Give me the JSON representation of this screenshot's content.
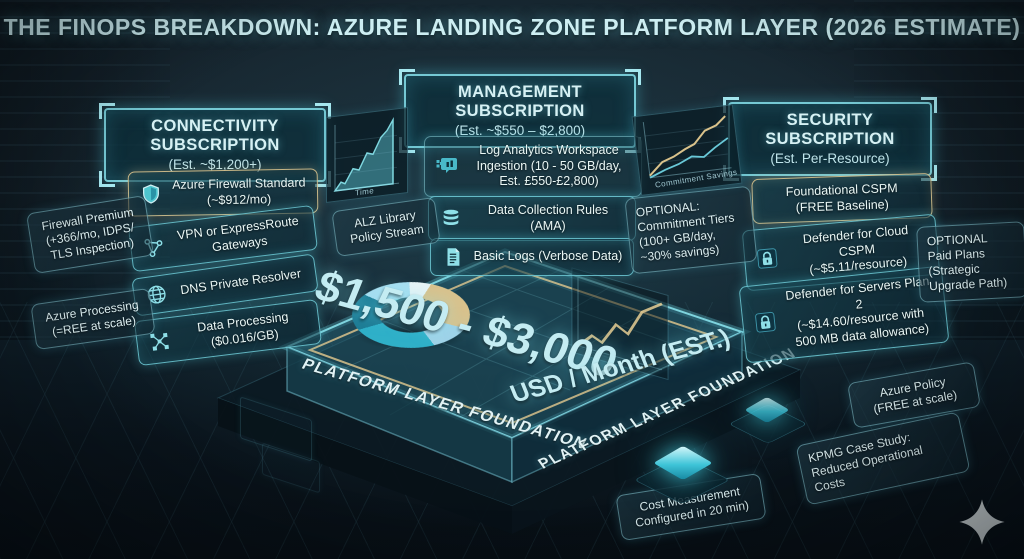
{
  "title": "THE FINOPS BREAKDOWN: AZURE LANDING ZONE PLATFORM LAYER (2026 ESTIMATE)",
  "panels": {
    "connectivity": {
      "title": "CONNECTIVITY SUBSCRIPTION",
      "subtitle": "(Est. ~$1,200+)",
      "items": [
        {
          "icon": "shield-icon",
          "label": "Azure Firewall Standard\n(~$912/mo)"
        },
        {
          "icon": "network-icon",
          "label": "VPN or ExpressRoute\nGateways"
        },
        {
          "icon": "globe-icon",
          "label": "DNS Private Resolver"
        },
        {
          "icon": "nodes-icon",
          "label": "Data Processing\n($0.016/GB)"
        }
      ]
    },
    "management": {
      "title": "MANAGEMENT SUBSCRIPTION",
      "subtitle": "(Est. ~$550 – $2,800)",
      "items": [
        {
          "icon": "log-analytics-icon",
          "label": "Log Analytics Workspace\nIngestion (10 - 50 GB/day,\nEst. £550-£2,800)"
        },
        {
          "icon": "database-icon",
          "label": "Data Collection Rules (AMA)"
        },
        {
          "icon": "log-file-icon",
          "label": "Basic Logs (Verbose Data)"
        }
      ]
    },
    "security": {
      "title": "SECURITY SUBSCRIPTION",
      "subtitle": "(Est. Per-Resource)",
      "items": [
        {
          "icon": "none",
          "label": "Foundational CSPM\n(FREE Baseline)"
        },
        {
          "icon": "lock-icon",
          "label": "Defender for Cloud CSPM\n(~$5.11/resource)"
        },
        {
          "icon": "lock-icon",
          "label": "Defender for Servers Plan 2\n(~$14.60/resource with\n500 MB data allowance)"
        }
      ]
    }
  },
  "notes": {
    "firewall_premium": "Firewall Premium\n(+366/mo, IDPS/\nTLS Inspection)",
    "azure_processing": "Azure Processing\n(=REE at scale)",
    "alz_library": "ALZ Library\nPolicy Stream",
    "commitment_tiers": "OPTIONAL:\nCommitment Tiers\n(100+ GB/day,\n~30% savings)",
    "paid_plans": "OPTIONAL\nPaid Plans\n(Strategic\nUpgrade Path)",
    "azure_policy": "Azure Policy\n(FREE at scale)",
    "kpmg": "KPMG Case Study:\nReduced Operational Costs",
    "cost_measurement": "Cost Measurement\nConfigured in 20 min)"
  },
  "platform": {
    "price": "$1,500 - $3,000",
    "price_suffix": "USD / Month (EST.)",
    "left_face": "PLATFORM LAYER FOUNDATION",
    "right_face": "PLATFORM LAYER FOUNDATION"
  },
  "charts": {
    "commitment_label": "Commitment Savings",
    "time_label": "Time"
  },
  "colors": {
    "accent_cyan": "#7fd4de",
    "accent_gold": "#d9c28b",
    "title_text": "#cdeef2"
  }
}
